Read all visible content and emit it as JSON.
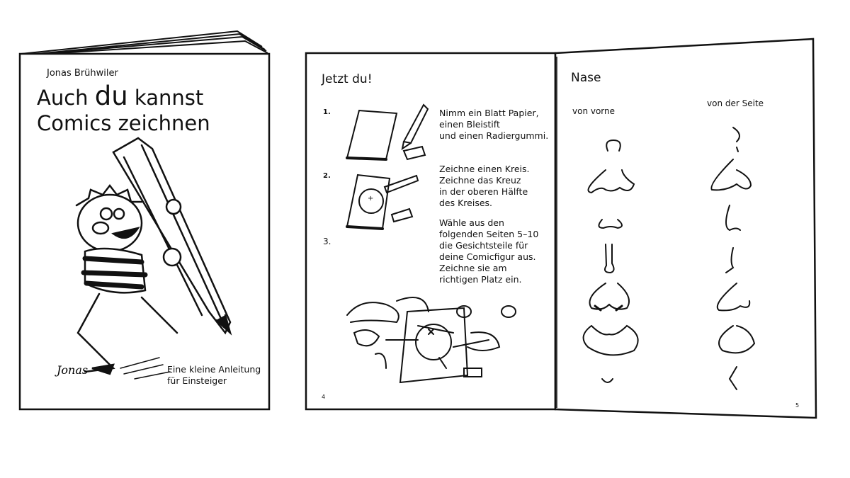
{
  "cover": {
    "author": "Jonas Brühwiler",
    "title_part1": "Auch",
    "title_emphasis": "du",
    "title_part2": "kannst",
    "title_line2": "Comics zeichnen",
    "signature": "Jonas",
    "subtitle_line1": "Eine kleine Anleitung",
    "subtitle_line2": "für Einsteiger"
  },
  "left_page": {
    "title": "Jetzt du!",
    "steps": [
      {
        "number": "1.",
        "text": [
          "Nimm ein Blatt Papier,",
          "einen Bleistift",
          "und einen Radiergummi."
        ]
      },
      {
        "number": "2.",
        "text": [
          "Zeichne einen Kreis.",
          "Zeichne das Kreuz",
          "in der oberen Hälfte",
          "des Kreises."
        ]
      },
      {
        "number": "3.",
        "text": [
          "Wähle aus den",
          "folgenden Seiten 5–10",
          "die Gesichtsteile für",
          "deine Comicfigur aus.",
          "Zeichne sie am",
          "richtigen Platz ein."
        ]
      }
    ],
    "page_number": "4"
  },
  "right_page": {
    "title": "Nase",
    "column_front": "von vorne",
    "column_side": "von der Seite",
    "page_number": "5"
  }
}
